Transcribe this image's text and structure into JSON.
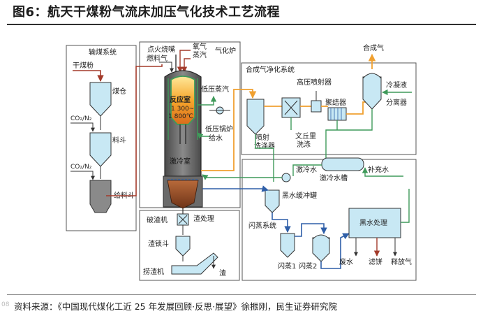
{
  "title": "图6：航天干煤粉气流床加压气化技术工艺流程",
  "source": "资料来源：《中国现代煤化工近 25 年发展回顾·反思·展望》徐振刚，民生证券研究院",
  "watermark": "08",
  "colors": {
    "red": "#a33a2a",
    "orange": "#f0a030",
    "green": "#3f9a5a",
    "blue": "#2f5fa8",
    "vessel": "#c8e8f4",
    "box": "#555555"
  },
  "labels": {
    "coal_system": "输煤系统",
    "dry_coal": "干煤粉",
    "coal_bunker": "煤仓",
    "co2n2_a": "CO₂/N₂",
    "lock_hopper": "料斗",
    "co2n2_b": "CO₂/N₂",
    "feed_hopper": "给料斗",
    "ignition": "点火烧嘴",
    "fuel_gas": "燃料气",
    "oxygen": "氧气",
    "steam": "蒸汽",
    "gasifier": "气化炉",
    "reaction_chamber": "反应室",
    "temperature": "1 300~",
    "temperature2": "1 800℃",
    "low_pressure_steam": "低压蒸汽",
    "lp_boiler": "低压锅炉",
    "feed_water": "给水",
    "quench_chamber": "激冷室",
    "syngas_purification": "合成气净化系统",
    "hp_ejector": "高压喷射器",
    "syngas": "合成气",
    "coalescer": "聚结器",
    "condensate": "冷凝液",
    "separator": "分离器",
    "spray_scrubber": "喷射",
    "spray_scrubber2": "洗涤器",
    "venturi": "文丘里",
    "venturi2": "洗涤",
    "quench_water": "激冷水",
    "makeup_water": "补充水",
    "quench_tank": "激冷水槽",
    "blackwater_buffer": "黑水缓冲罐",
    "flash_system": "闪蒸系统",
    "blackwater_treatment": "黑水处理",
    "flash1": "闪蒸1",
    "flash2": "闪蒸2",
    "wastewater": "废水",
    "filter_cake": "滤饼",
    "release_gas": "释放气",
    "slag_treatment": "渣处理",
    "crusher": "破渣机",
    "slag_lock": "渣锁斗",
    "slag_conveyor": "捞渣机",
    "slag": "渣"
  }
}
